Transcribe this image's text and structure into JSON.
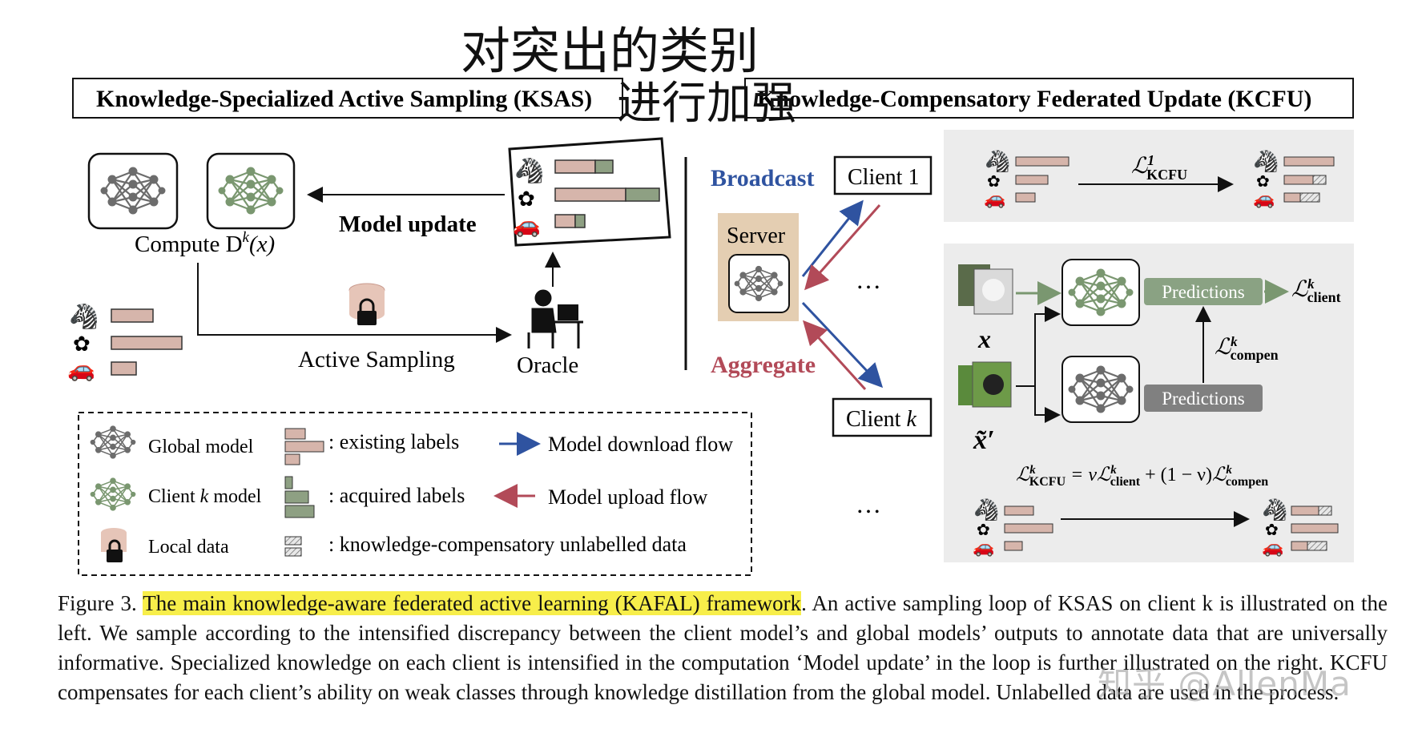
{
  "titles": {
    "ksas": "Knowledge-Specialized Active Sampling (KSAS)",
    "kcfu": "Knowledge-Compensatory Federated Update (KCFU)"
  },
  "handwriting": {
    "line1": "对突出的类别",
    "line2": "进行加强"
  },
  "ksas": {
    "compute": "Compute D",
    "compute_sup": "k",
    "compute_arg": "(x)",
    "model_update": "Model update",
    "active_sampling": "Active Sampling",
    "oracle": "Oracle"
  },
  "kcfu": {
    "broadcast": "Broadcast",
    "aggregate": "Aggregate",
    "server": "Server",
    "client1": "Client 1",
    "clientk_prefix": "Client ",
    "clientk_var": "k",
    "dots": "…",
    "predictions": "Predictions",
    "loss_kcfu1": "ℒ",
    "loss_kcfu1_sup": "1",
    "loss_kcfu1_sub": "KCFU",
    "loss_client": "ℒ",
    "loss_client_sup": "k",
    "loss_client_sub": "client",
    "loss_compen": "ℒ",
    "loss_compen_sup": "k",
    "loss_compen_sub": "compen",
    "x_label": "x",
    "xprime_label": "x̃′",
    "equation": {
      "lhs_sub": "KCFU",
      "sup": "k",
      "eq": " = ν",
      "client_sub": "client",
      "plus": " + (1 − ν)",
      "compen_sub": "compen"
    }
  },
  "legend": {
    "global_model": "Global model",
    "client_model_prefix": "Client ",
    "client_model_var": "k",
    "client_model_suffix": " model",
    "local_data": "Local data",
    "existing_labels": ": existing labels",
    "acquired_labels": ": acquired labels",
    "compensatory": ": knowledge-compensatory unlabelled data",
    "download_flow": "Model download flow",
    "upload_flow": "Model upload flow"
  },
  "caption": {
    "figure_no": "Figure 3. ",
    "highlight": "The main knowledge-aware federated active learning (KAFAL) framework",
    "rest": ". An active sampling loop of KSAS on client k is illustrated on the left. We sample according to the intensified discrepancy between the client model’s and global models’ outputs to annotate data that are universally informative. Specialized knowledge on each client is intensified in the computation ‘Model update’ in the loop is further illustrated on the right. KCFU compensates for each client’s ability on weak classes through knowledge distillation from the global model. Unlabelled data are used in the process."
  },
  "watermark": "知乎 @AllenMa",
  "colors": {
    "existing": "#d6b5ab",
    "acquired": "#8ea083",
    "green_net": "#7a9770",
    "gray_net": "#6c6c6c",
    "download": "#2f53a0",
    "upload": "#b24a58",
    "server_bg": "#e4ceb2",
    "panel_bg": "#ececec",
    "pred_green": "#8aa283",
    "pred_gray": "#808080",
    "highlight": "#f7ee4a"
  }
}
